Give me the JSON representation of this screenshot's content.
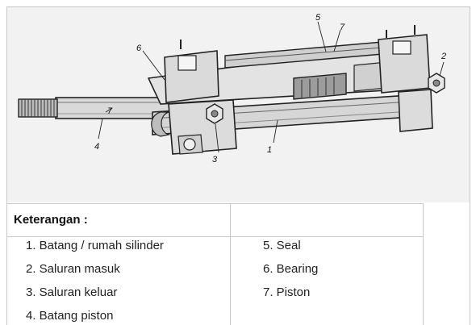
{
  "diagram": {
    "callouts": [
      "1",
      "2",
      "3",
      "4",
      "5",
      "6",
      "7",
      "7"
    ]
  },
  "legend": {
    "title": "Keterangan :",
    "left_items": [
      "1. Batang / rumah silinder",
      "2. Saluran masuk",
      "3. Saluran keluar",
      "4. Batang piston"
    ],
    "right_items": [
      "5. Seal",
      "6. Bearing",
      "7. Piston"
    ]
  }
}
